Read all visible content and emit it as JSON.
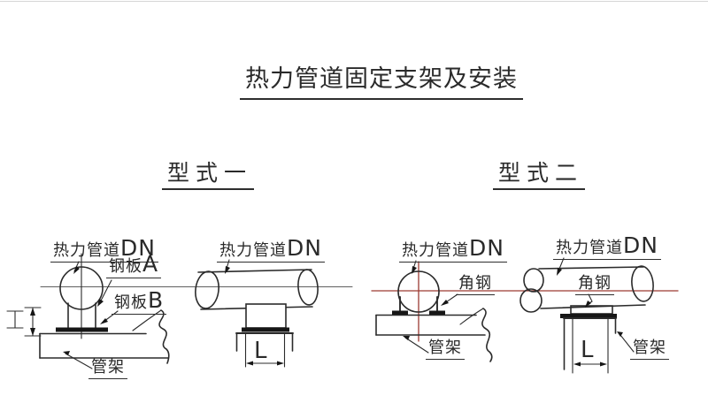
{
  "title": "热力管道固定支架及安装",
  "headings": {
    "type1": "型式一",
    "type2": "型式二"
  },
  "labels": {
    "pipe_cn": "热力管道",
    "pipe_size_code": "DN",
    "plate_cn": "钢板",
    "plate_a": "A",
    "plate_b": "B",
    "pipe_rack": "管架",
    "angle_steel": "角钢",
    "length_dim": "L"
  },
  "icons": {
    "i_beam_symbol": "工"
  },
  "colors": {
    "ink": "#2b2b2b",
    "centerline_gray": "#606060",
    "centerline_red": "#9c3a32",
    "plate_fill": "#161616",
    "background": "#ffffff"
  }
}
